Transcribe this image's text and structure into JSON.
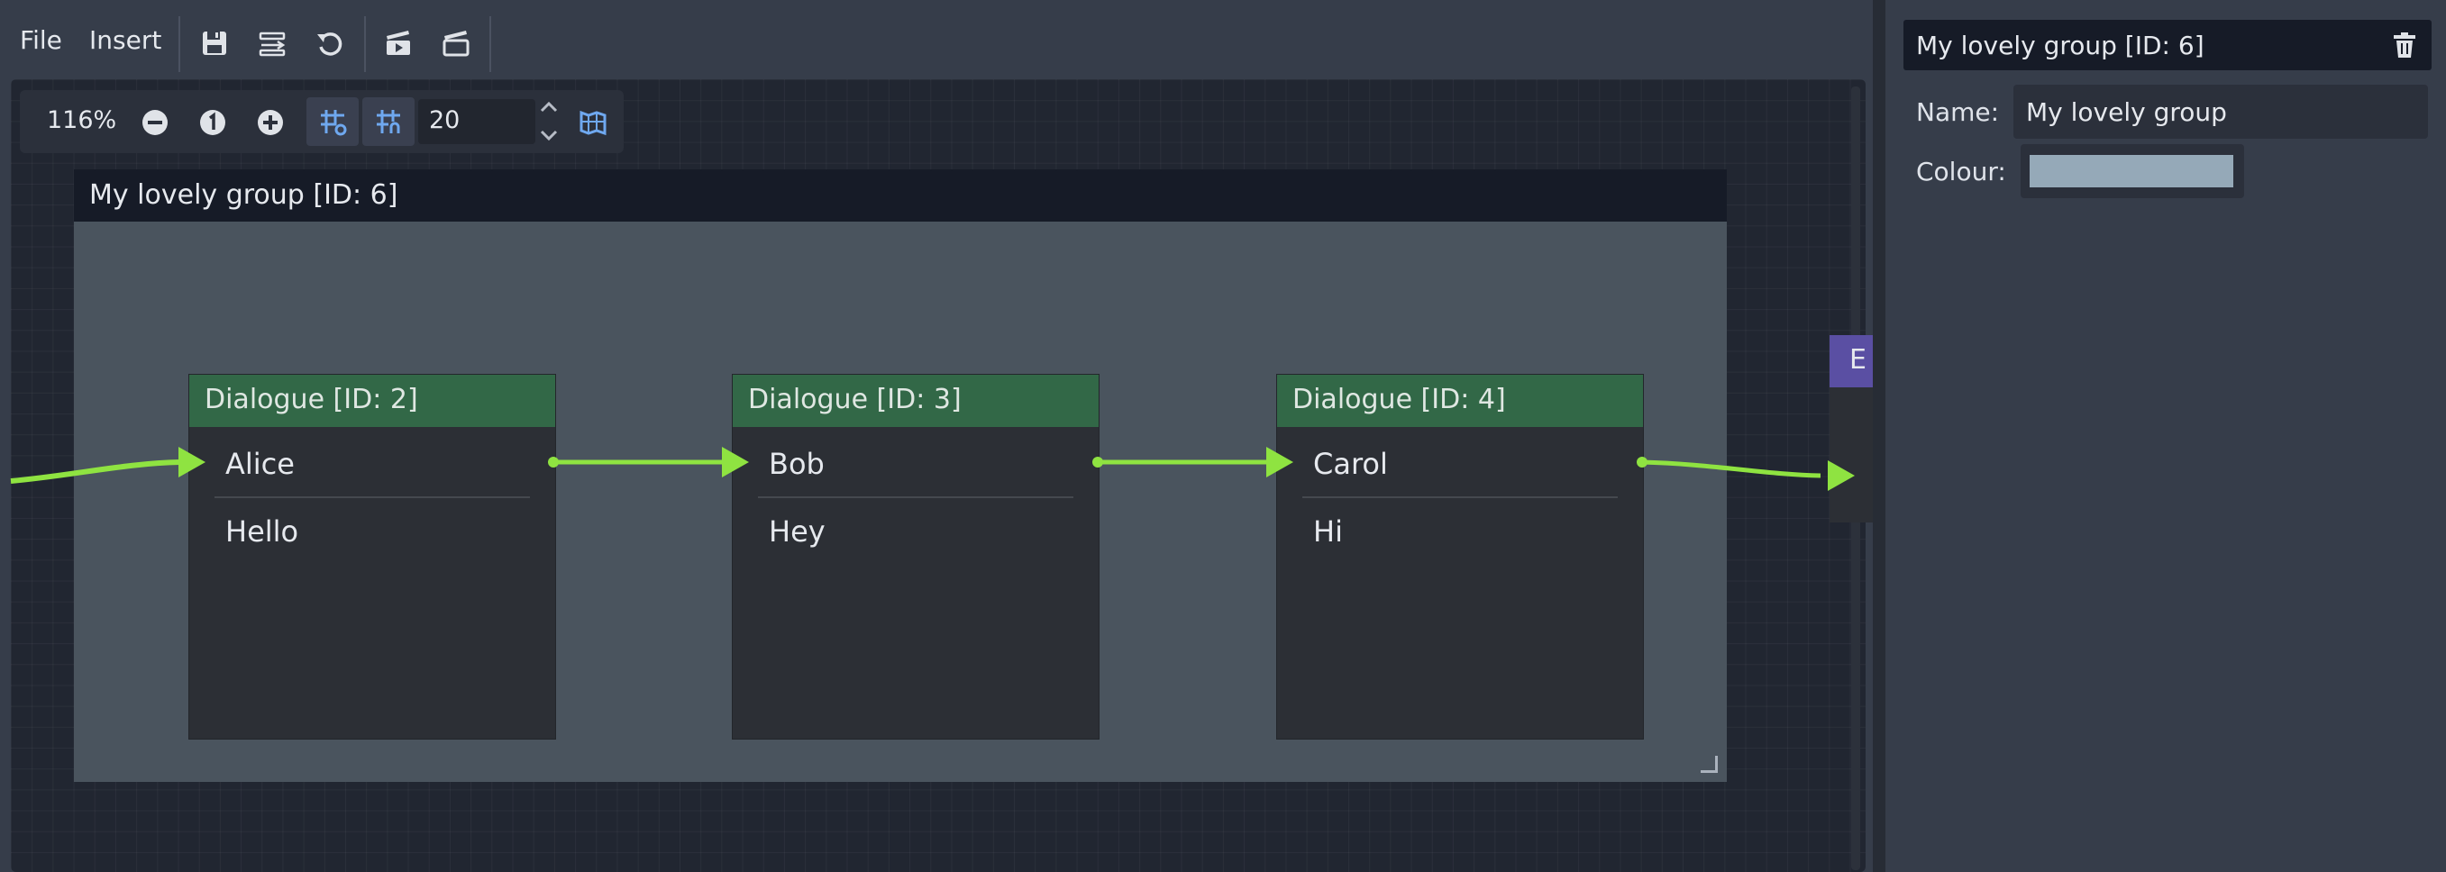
{
  "menu": {
    "file": "File",
    "insert": "Insert"
  },
  "toolbar_icons": [
    "save-icon",
    "arrange-nodes-icon",
    "reload-icon",
    "run-scene-icon",
    "scene-clapper-icon"
  ],
  "zoom": {
    "level": "116%",
    "snap_value": "20",
    "icons": [
      "zoom-out-icon",
      "zoom-reset-icon",
      "zoom-in-icon",
      "grid-snap-icon",
      "grid-toggle-icon",
      "minimap-icon"
    ]
  },
  "group": {
    "title": "My lovely group [ID: 6]",
    "color": "#4a545e"
  },
  "nodes": [
    {
      "title": "Dialogue [ID: 2]",
      "character": "Alice",
      "line": "Hello"
    },
    {
      "title": "Dialogue [ID: 3]",
      "character": "Bob",
      "line": "Hey"
    },
    {
      "title": "Dialogue [ID: 4]",
      "character": "Carol",
      "line": "Hi"
    }
  ],
  "peek_node": {
    "letter": "E",
    "color": "#5a4fa3"
  },
  "colors": {
    "wire": "#8fe341",
    "node_header": "#326847",
    "background": "#212631"
  },
  "inspector": {
    "title": "My lovely group [ID: 6]",
    "name_label": "Name:",
    "name_value": "My lovely group",
    "colour_label": "Colour:",
    "colour_value": "#95a9b8"
  }
}
